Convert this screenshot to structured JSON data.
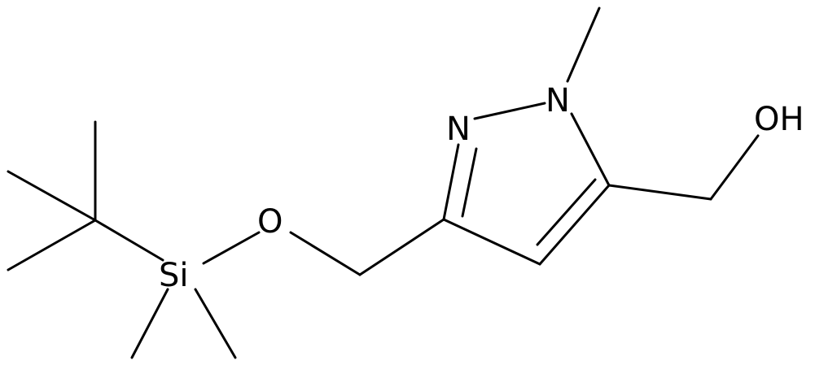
{
  "molecule": {
    "atoms": {
      "n1": "N",
      "n2": "N",
      "oh": "OH",
      "o": "O",
      "si": "Si"
    },
    "bonds": [
      {
        "id": "n1-methyl",
        "order": 1
      },
      {
        "id": "n1-n2",
        "order": 1
      },
      {
        "id": "n2-c3",
        "order": 2
      },
      {
        "id": "c3-c4",
        "order": 1
      },
      {
        "id": "c4-c5",
        "order": 2
      },
      {
        "id": "c5-n1",
        "order": 1
      },
      {
        "id": "c5-ch2",
        "order": 1
      },
      {
        "id": "ch2-oh",
        "order": 1
      },
      {
        "id": "c3-ch2",
        "order": 1
      },
      {
        "id": "ch2-o",
        "order": 1
      },
      {
        "id": "o-si",
        "order": 1
      },
      {
        "id": "si-methyl-a",
        "order": 1
      },
      {
        "id": "si-methyl-b",
        "order": 1
      },
      {
        "id": "si-cquat",
        "order": 1
      },
      {
        "id": "cquat-methyl-top",
        "order": 1
      },
      {
        "id": "cquat-methyl-left",
        "order": 1
      },
      {
        "id": "cquat-methyl-bottom",
        "order": 1
      }
    ]
  }
}
